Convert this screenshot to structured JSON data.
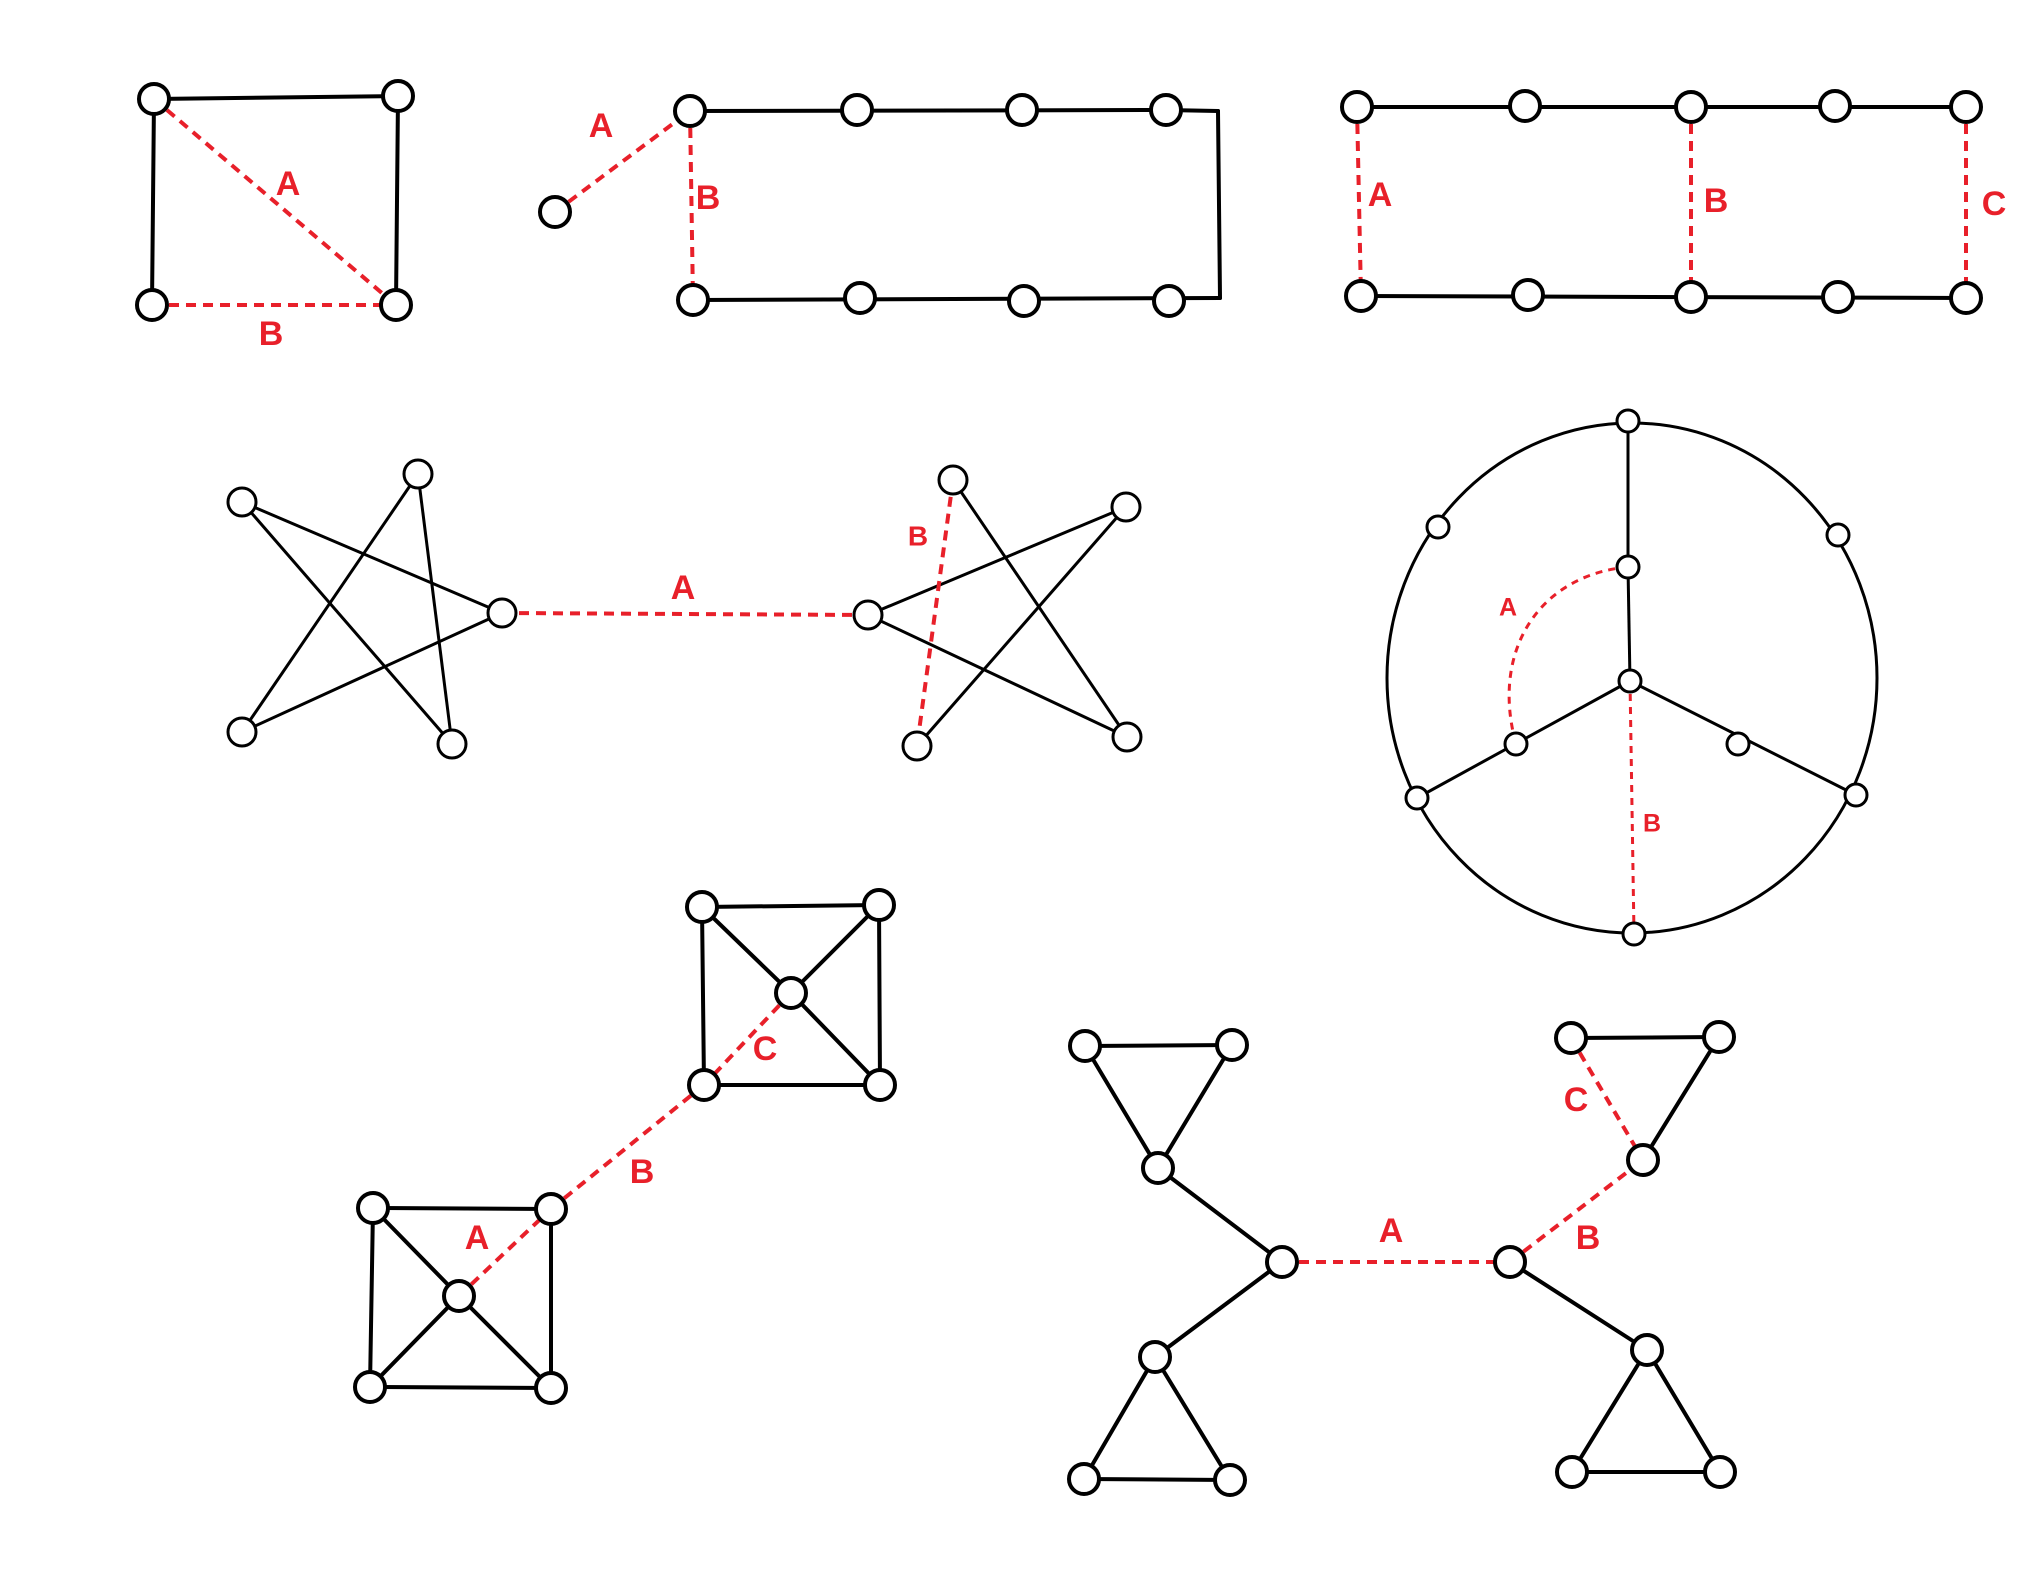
{
  "colors": {
    "edge": "#000000",
    "highlight": "#e8202a",
    "node_fill": "#ffffff"
  },
  "figures": {
    "square": {
      "labels": {
        "a": "A",
        "b": "B"
      }
    },
    "cycle": {
      "labels": {
        "a": "A",
        "b": "B"
      }
    },
    "ladder": {
      "labels": {
        "a": "A",
        "b": "B",
        "c": "C"
      }
    },
    "stars": {
      "labels": {
        "a": "A",
        "b": "B"
      }
    },
    "wheel": {
      "labels": {
        "a": "A",
        "b": "B"
      }
    },
    "k5pair": {
      "labels": {
        "a": "A",
        "b": "B",
        "c": "C"
      }
    },
    "triangles": {
      "labels": {
        "a": "A",
        "b": "B",
        "c": "C"
      }
    }
  }
}
